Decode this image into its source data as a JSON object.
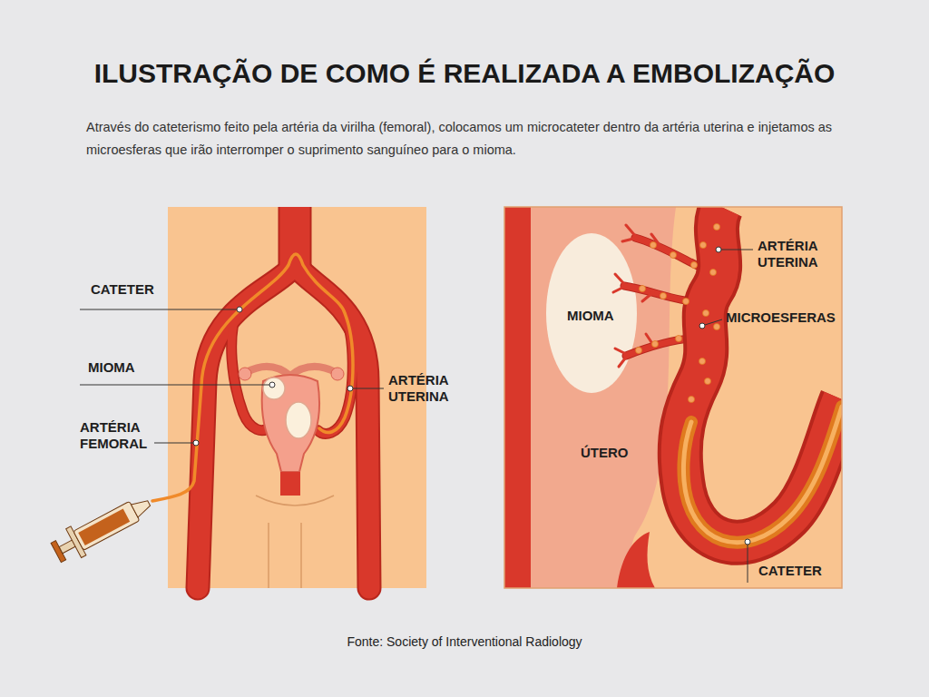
{
  "diagram": {
    "title": "ILUSTRAÇÃO DE COMO É REALIZADA A EMBOLIZAÇÃO",
    "caption": "Fonte: Society of Interventional Radiology",
    "labels": [
      "Através do cateterismo feito pela artéria da virilha (femoral), colocamos um microcateter dentro da artéria uterina e injetamos as microesferas que irão interromper o suprimento sanguíneo para o mioma.",
      "CATETER",
      "MIOMA",
      "ARTÉRIA UTERINA",
      "ARTÉRIA FEMORAL",
      "ARTÉRIA UTERINA",
      "MIOMA",
      "MICROESFERAS",
      "ÚTERO",
      "CATETER"
    ]
  }
}
